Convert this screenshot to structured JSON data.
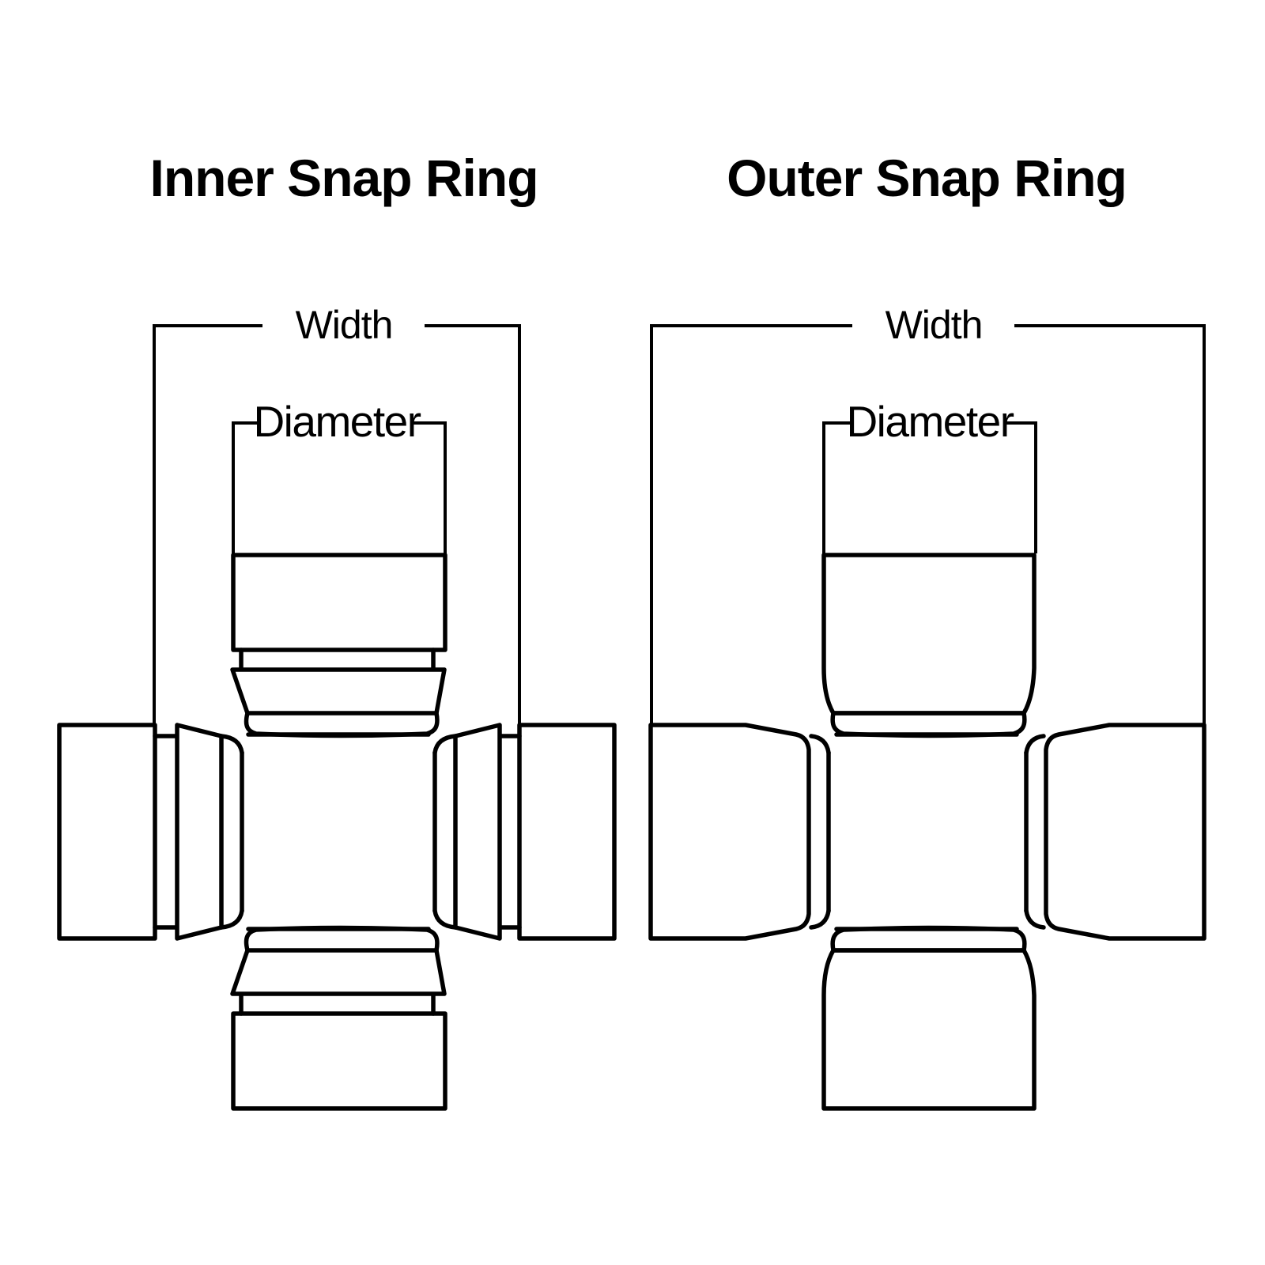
{
  "page": {
    "background_color": "#ffffff",
    "line_color": "#000000",
    "description_kind": "u-joint snap ring style comparison diagram"
  },
  "diagrams": {
    "inner": {
      "title": "Inner Snap Ring",
      "width_label": "Width",
      "diameter_label": "Diameter"
    },
    "outer": {
      "title": "Outer Snap Ring",
      "width_label": "Width",
      "diameter_label": "Diameter"
    }
  }
}
